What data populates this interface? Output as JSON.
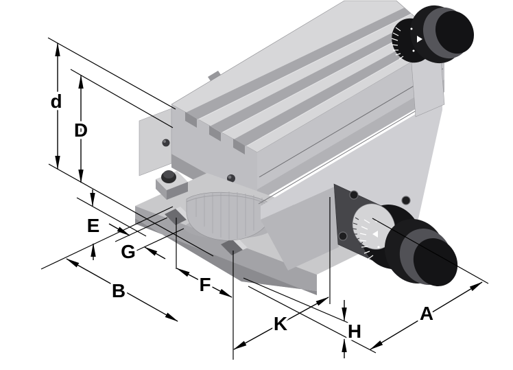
{
  "figure": {
    "background": "#ffffff",
    "stroke_color": "#000000",
    "dimension_labels": [
      {
        "id": "d",
        "text": "d"
      },
      {
        "id": "D",
        "text": "D"
      },
      {
        "id": "E",
        "text": "E"
      },
      {
        "id": "G",
        "text": "G"
      },
      {
        "id": "B",
        "text": "B"
      },
      {
        "id": "F",
        "text": "F"
      },
      {
        "id": "K",
        "text": "K"
      },
      {
        "id": "H",
        "text": "H"
      },
      {
        "id": "A",
        "text": "A"
      }
    ],
    "machine": {
      "part_names": [
        "t-slot-table",
        "upper-handwheel",
        "lower-handwheel",
        "graduated-dial",
        "swivel-clamp",
        "swivel-ring",
        "slotted-base",
        "end-plate"
      ],
      "colors": {
        "metal_light": "#d7d7d9",
        "metal_mid": "#c3c3c7",
        "metal_dark": "#9b9b9f",
        "slot_dark": "#6b6b6f",
        "knob_black": "#141416",
        "band_gray": "#515156",
        "plate_dark": "#46464a",
        "tick_white": "#ffffff"
      }
    }
  }
}
